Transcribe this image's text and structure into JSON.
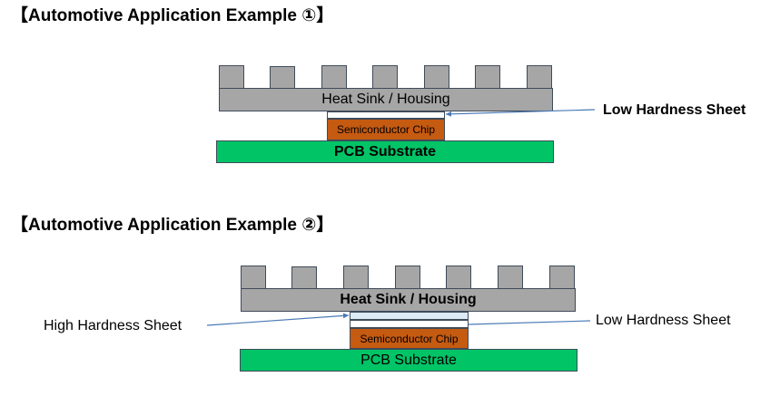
{
  "example1": {
    "title": "【Automotive Application Example ①】",
    "heat_sink_label": "Heat Sink / Housing",
    "chip_label": "Semiconductor Chip",
    "pcb_label": "PCB Substrate",
    "sheet_callout": "Low Hardness Sheet"
  },
  "example2": {
    "title": "【Automotive Application Example ②】",
    "heat_sink_label": "Heat Sink / Housing",
    "chip_label": "Semiconductor Chip",
    "pcb_label": "PCB Substrate",
    "high_sheet_callout": "High Hardness Sheet",
    "low_sheet_callout": "Low Hardness Sheet"
  },
  "colors": {
    "heat_sink": "#a6a6a6",
    "chip": "#c55a11",
    "pcb": "#00c466",
    "outline": "#3f4b5a",
    "arrow": "#4a7ab5"
  }
}
